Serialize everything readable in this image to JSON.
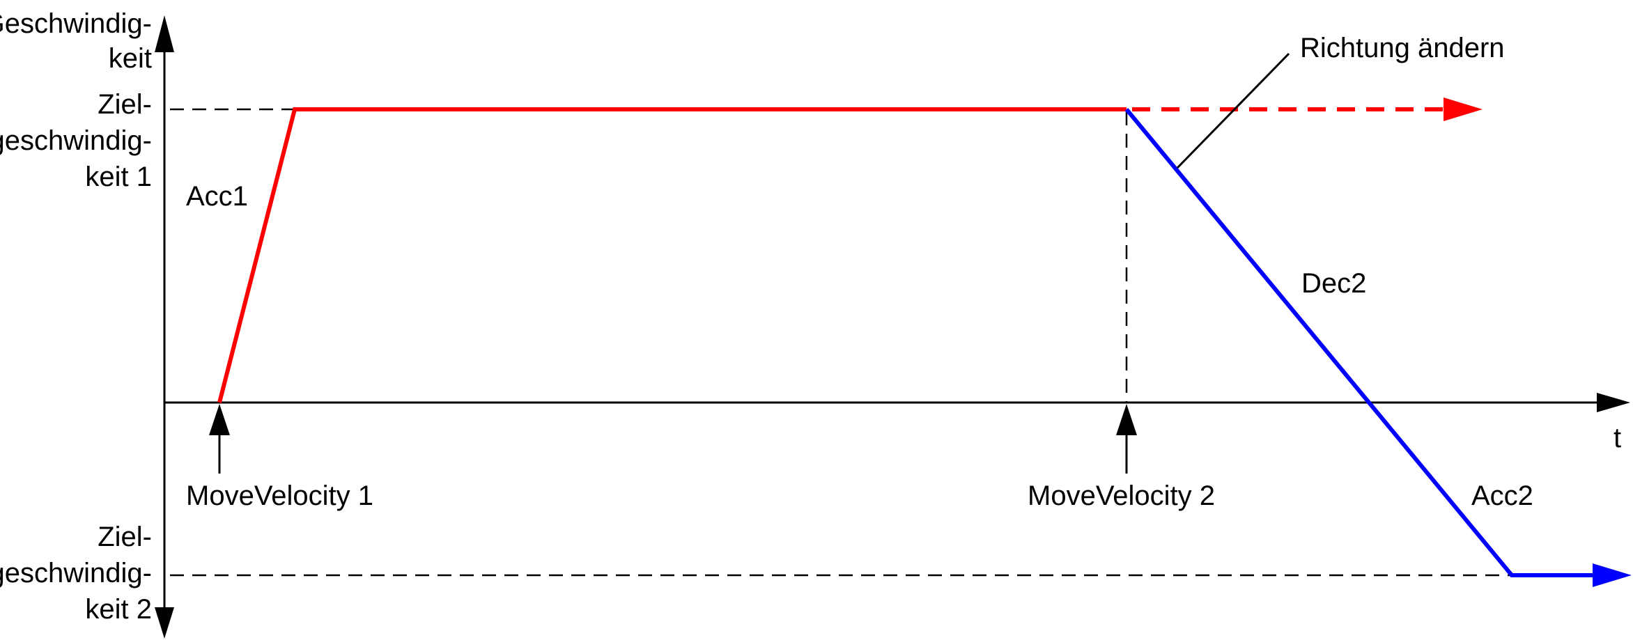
{
  "labels": {
    "y_axis_line1": "Geschwindig-",
    "y_axis_line2": "keit",
    "target1_line1": "Ziel-",
    "target1_line2": "geschwindig-",
    "target1_line3": "keit 1",
    "target2_line1": "Ziel-",
    "target2_line2": "geschwindig-",
    "target2_line3": "keit 2",
    "x_axis": "t",
    "acc1": "Acc1",
    "dec2": "Dec2",
    "acc2": "Acc2",
    "change_direction": "Richtung ändern",
    "move_velocity_1": "MoveVelocity 1",
    "move_velocity_2": "MoveVelocity 2"
  },
  "colors": {
    "profile_1": "#ff0000",
    "profile_2": "#0000ff",
    "axes": "#000000"
  }
}
